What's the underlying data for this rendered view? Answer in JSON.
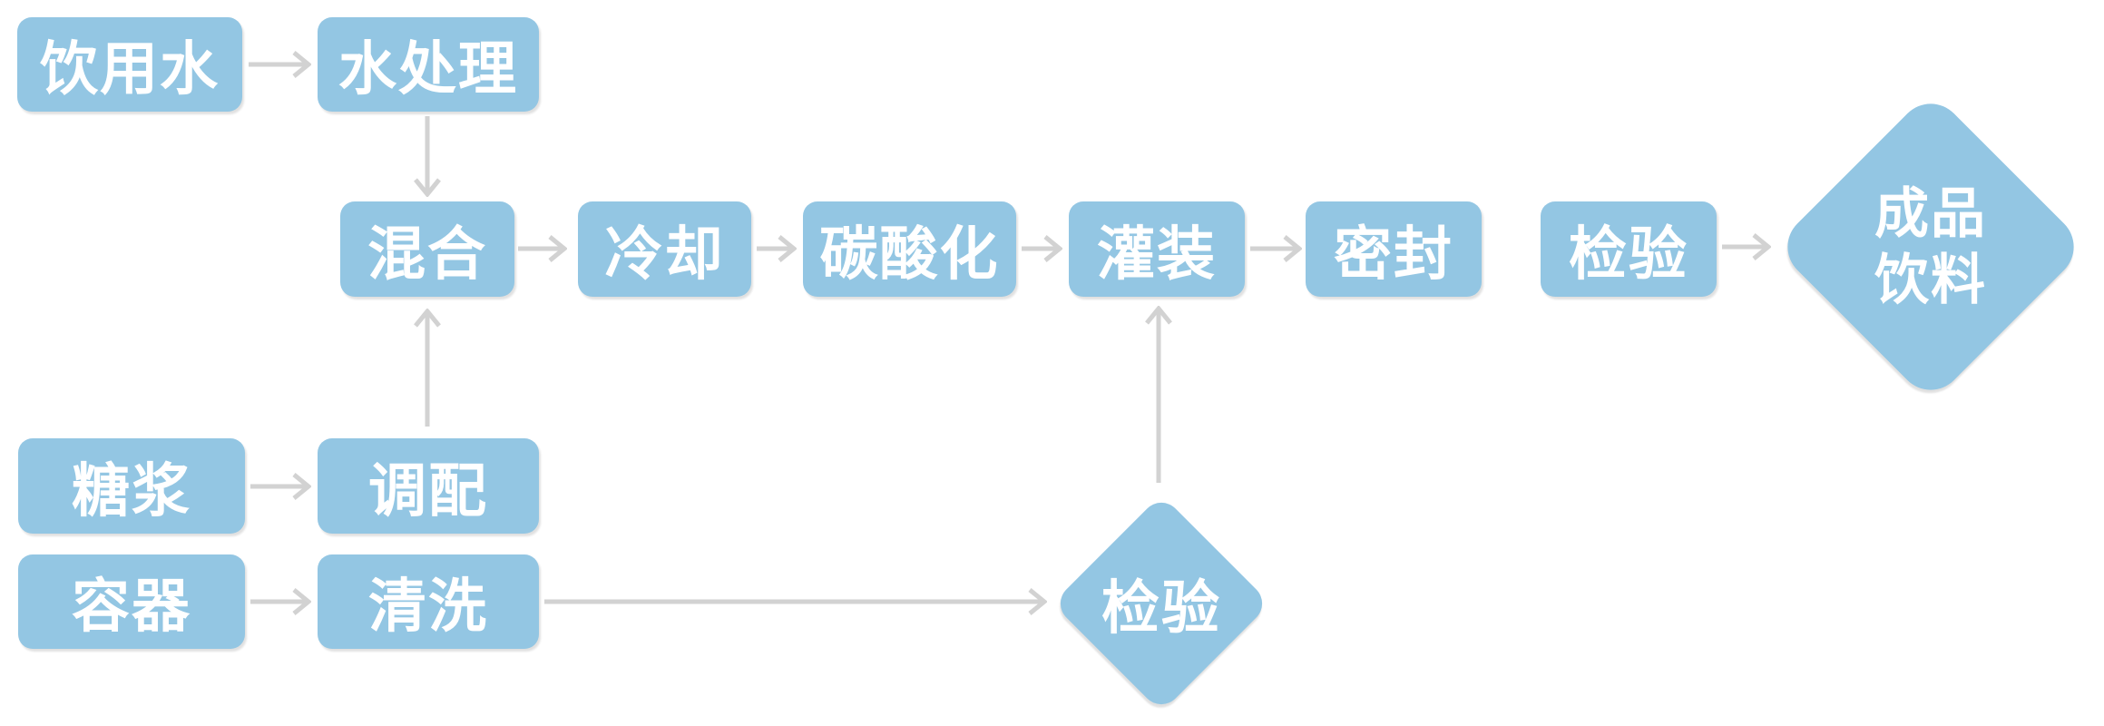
{
  "diagram": {
    "description": "Beverage production process flowchart",
    "colors": {
      "node_fill": "#93C6E3",
      "node_text": "#FFFFFF",
      "connector": "#D2D2D2",
      "background": "#FFFFFF"
    },
    "nodes": {
      "drinking_water": {
        "label": "饮用水",
        "shape": "rounded-rect"
      },
      "water_treatment": {
        "label": "水处理",
        "shape": "rounded-rect"
      },
      "mixing": {
        "label": "混合",
        "shape": "rounded-rect"
      },
      "cooling": {
        "label": "冷却",
        "shape": "rounded-rect"
      },
      "carbonation": {
        "label": "碳酸化",
        "shape": "rounded-rect"
      },
      "filling": {
        "label": "灌装",
        "shape": "rounded-rect"
      },
      "sealing": {
        "label": "密封",
        "shape": "rounded-rect"
      },
      "inspection": {
        "label": "检验",
        "shape": "rounded-rect"
      },
      "syrup": {
        "label": "糖浆",
        "shape": "rounded-rect"
      },
      "blending": {
        "label": "调配",
        "shape": "rounded-rect"
      },
      "container": {
        "label": "容器",
        "shape": "rounded-rect"
      },
      "washing": {
        "label": "清洗",
        "shape": "rounded-rect"
      },
      "container_inspection": {
        "label": "检验",
        "shape": "diamond"
      },
      "finished_beverage": {
        "label": "成品饮料",
        "line1": "成品",
        "line2": "饮料",
        "shape": "diamond"
      }
    },
    "connections": [
      {
        "from": "drinking_water",
        "to": "water_treatment"
      },
      {
        "from": "water_treatment",
        "to": "mixing"
      },
      {
        "from": "mixing",
        "to": "cooling"
      },
      {
        "from": "cooling",
        "to": "carbonation"
      },
      {
        "from": "carbonation",
        "to": "filling"
      },
      {
        "from": "filling",
        "to": "sealing"
      },
      {
        "from": "inspection",
        "to": "finished_beverage"
      },
      {
        "from": "syrup",
        "to": "blending"
      },
      {
        "from": "blending",
        "to": "mixing"
      },
      {
        "from": "container",
        "to": "washing"
      },
      {
        "from": "washing",
        "to": "container_inspection"
      },
      {
        "from": "container_inspection",
        "to": "filling"
      }
    ]
  }
}
